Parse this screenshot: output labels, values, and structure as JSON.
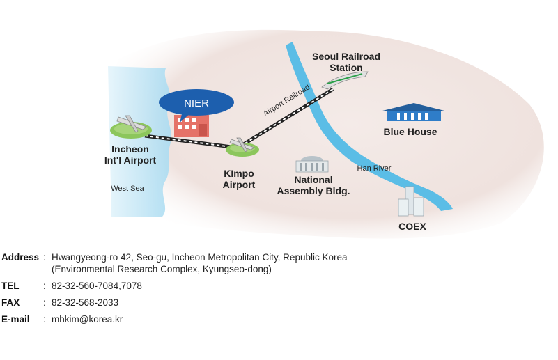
{
  "map": {
    "labels": {
      "nier": "NIER",
      "seoul_station_line1": "Seoul Railroad",
      "seoul_station_line2": "Station",
      "airport_railroad": "Airport Railroad",
      "blue_house": "Blue House",
      "incheon_line1": "Incheon",
      "incheon_line2": "Int'l Airport",
      "kimpo_line1": "KImpo",
      "kimpo_line2": "Airport",
      "han_river": "Han River",
      "national_assembly_line1": "National",
      "national_assembly_line2": "Assembly Bldg.",
      "west_sea": "West Sea",
      "coex": "COEX"
    },
    "colors": {
      "sea": "#bfe3f3",
      "land": "#f3e9e6",
      "river": "#5bbde6",
      "nier_bubble": "#1d5fae",
      "grass": "#8cc65c"
    }
  },
  "contact": {
    "address_label": "Address",
    "address_line1": "Hwangyeong-ro 42, Seo-gu, Incheon Metropolitan City, Republic Korea",
    "address_line2": "(Environmental Research Complex, Kyungseo-dong)",
    "tel_label": "TEL",
    "tel_value": "82-32-560-7084,7078",
    "fax_label": "FAX",
    "fax_value": "82-32-568-2033",
    "email_label": "E-mail",
    "email_value": "mhkim@korea.kr"
  }
}
